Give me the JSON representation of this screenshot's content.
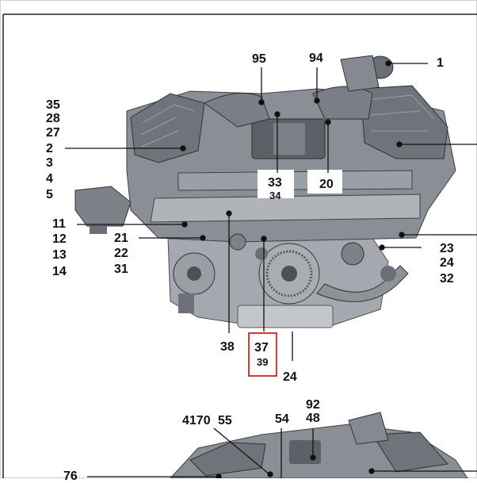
{
  "page": {
    "background": "#ffffff",
    "ink_color": "#111111",
    "highlight_color": "#d23a3a",
    "engine_color": "#8a8f96"
  },
  "diagram": {
    "view_top": {
      "callouts": {
        "c95": "95",
        "c94": "94",
        "c1": "1",
        "c35": "35",
        "c28": "28",
        "c27": "27",
        "c2": "2",
        "c3": "3",
        "c4": "4",
        "c5": "5",
        "c33": "33",
        "c34": "34",
        "c20": "20",
        "c11": "11",
        "c12": "12",
        "c13": "13",
        "c14": "14",
        "c21": "21",
        "c22": "22",
        "c31": "31",
        "c23": "23",
        "c24a": "24",
        "c32": "32",
        "c38": "38",
        "c37": "37",
        "c39": "39",
        "c24b": "24"
      }
    },
    "view_bottom": {
      "callouts": {
        "c4170": "4170",
        "c55": "55",
        "c54": "54",
        "c92": "92",
        "c48": "48",
        "c76": "76"
      }
    }
  }
}
